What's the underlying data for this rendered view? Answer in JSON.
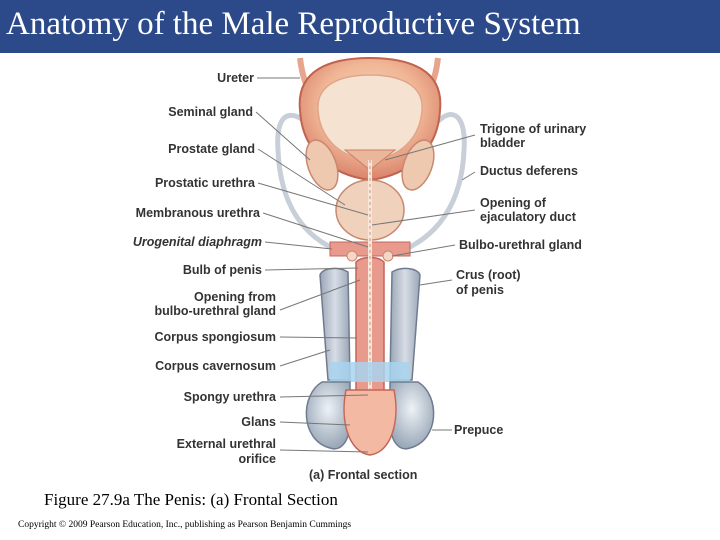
{
  "slide": {
    "title": "Anatomy of the Male Reproductive System",
    "caption": "Figure 27.9a The Penis: (a) Frontal Section",
    "copyright": "Copyright © 2009 Pearson Education, Inc., publishing as Pearson Benjamin Cummings"
  },
  "figure": {
    "subcaption": "(a) Frontal section",
    "labels_left": {
      "ureter": "Ureter",
      "seminal_gland": "Seminal gland",
      "prostate_gland": "Prostate gland",
      "prostatic_urethra": "Prostatic urethra",
      "membranous_urethra": "Membranous urethra",
      "urogenital_diaphragm": "Urogenital diaphragm",
      "bulb_of_penis": "Bulb of penis",
      "opening_bulbo_1": "Opening from",
      "opening_bulbo_2": "bulbo-urethral gland",
      "corpus_spongiosum": "Corpus spongiosum",
      "corpus_cavernosum": "Corpus cavernosum",
      "spongy_urethra": "Spongy urethra",
      "glans": "Glans",
      "external_orifice_1": "External urethral",
      "external_orifice_2": "orifice"
    },
    "labels_right": {
      "trigone_1": "Trigone of urinary",
      "trigone_2": "bladder",
      "ductus_deferens": "Ductus deferens",
      "ejaculatory_1": "Opening of",
      "ejaculatory_2": "ejaculatory duct",
      "bulbo_urethral_gland": "Bulbo-urethral gland",
      "crus_1": "Crus (root)",
      "crus_2": "of penis",
      "prepuce": "Prepuce"
    }
  }
}
